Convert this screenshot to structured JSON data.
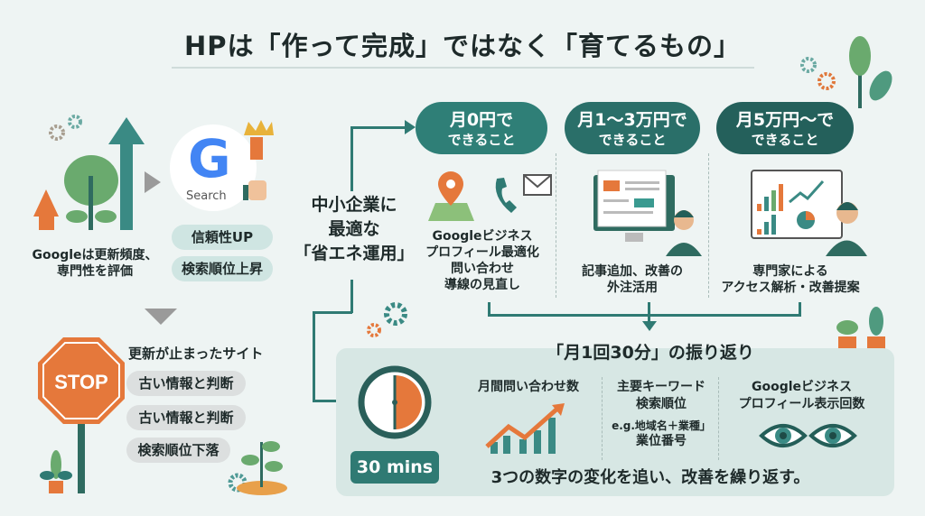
{
  "title": "HPは「作って完成」ではなく「育てるもの」",
  "left": {
    "google_search_label": "Search",
    "google_logo": "G",
    "evaluation_text": [
      "Googleは更新頻度、",
      "専門性を評価"
    ],
    "benefits": [
      "信頼性UP",
      "検索順位上昇"
    ],
    "stop_sign": "STOP",
    "stopped_site_heading": "更新が止まったサイト",
    "stopped_site_items": [
      "古い情報と判断",
      "古い情報と判断",
      "検索順位下落"
    ]
  },
  "center_label": [
    "中小企業に",
    "最適な",
    "「省エネ運用」"
  ],
  "tiers": [
    {
      "price": "月0円で",
      "sub": "できること",
      "desc": [
        "Googleビジネス",
        "プロフィール最適化",
        "問い合わせ",
        "導線の見直し"
      ],
      "color": "#2f7f77"
    },
    {
      "price": "月1〜3万円で",
      "sub": "できること",
      "desc": [
        "記事追加、改善の",
        "外注活用"
      ],
      "color": "#2a6f69"
    },
    {
      "price": "月5万円〜で",
      "sub": "できること",
      "desc": [
        "専門家による",
        "アクセス解析・改善提案"
      ],
      "color": "#24605b"
    }
  ],
  "review": {
    "title": "「月1回30分」の振り返り",
    "timer_label": "30 mins",
    "metrics": [
      {
        "title": [
          "月間問い合わせ数"
        ]
      },
      {
        "title": [
          "主要キーワード",
          "検索順位"
        ],
        "note": [
          "e.g.地域名＋業種」",
          "業位番号"
        ]
      },
      {
        "title": [
          "Googleビジネス",
          "プロフィール表示回数"
        ]
      }
    ],
    "summary": "3つの数字の変化を追い、改善を繰り返す。"
  }
}
